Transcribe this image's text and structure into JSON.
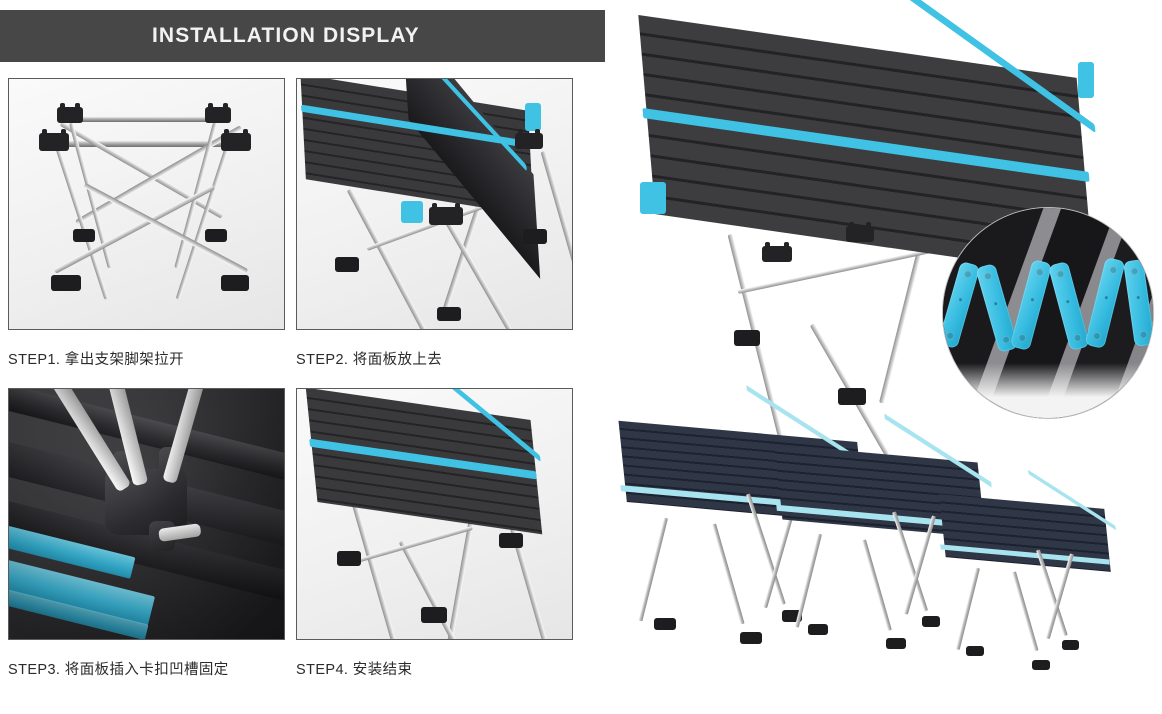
{
  "header": {
    "title": "INSTALLATION DISPLAY",
    "bar_color": "#474747",
    "text_color": "#f2f2f2"
  },
  "theme": {
    "accent_cyan": "#3fc2e4",
    "tabletop_dark": "#3a3a3d",
    "frame_silver": "#c9c9c9",
    "foot_black": "#1d1d1f",
    "page_background": "#ffffff",
    "panel_border": "#5b5b5b",
    "caption_color": "#2b2b2b"
  },
  "steps": [
    {
      "id": "step1",
      "caption": "STEP1. 拿出支架脚架拉开",
      "photo_name": "leg-frame-opened-photo",
      "subject": "X-brace aluminium leg frame pulled open, black corner brackets and feet"
    },
    {
      "id": "step2",
      "caption": "STEP2. 将面板放上去",
      "photo_name": "tabletop-placed-photo",
      "subject": "Slatted tabletop with cyan edge rail being set onto the open frame"
    },
    {
      "id": "step3",
      "caption": "STEP3. 将面板插入卡扣凹槽固定",
      "photo_name": "buckle-groove-closeup-photo",
      "subject": "Macro close-up of corner hub clipping the panel into the cyan buckle groove"
    },
    {
      "id": "step4",
      "caption": "STEP4. 安装结束",
      "photo_name": "finished-table-photo",
      "subject": "Fully assembled folding camp table"
    }
  ],
  "hero": {
    "name": "hero-table-photo",
    "subject": "Large assembled aluminium folding table, black slatted top with cyan trim",
    "slat_count": 9,
    "callout": {
      "name": "hinge-detail-callout",
      "subject": "Circular magnified detail of the cyan accordion hinge links under the tabletop",
      "link_count": 6,
      "link_color": "#35bbe0"
    }
  },
  "size_compare": {
    "name": "size-comparison-photo",
    "subject": "Three folding tables shown side by side in descending size",
    "tables": [
      {
        "label": "large",
        "slat_count": 9
      },
      {
        "label": "medium",
        "slat_count": 8
      },
      {
        "label": "small",
        "slat_count": 6
      }
    ]
  }
}
